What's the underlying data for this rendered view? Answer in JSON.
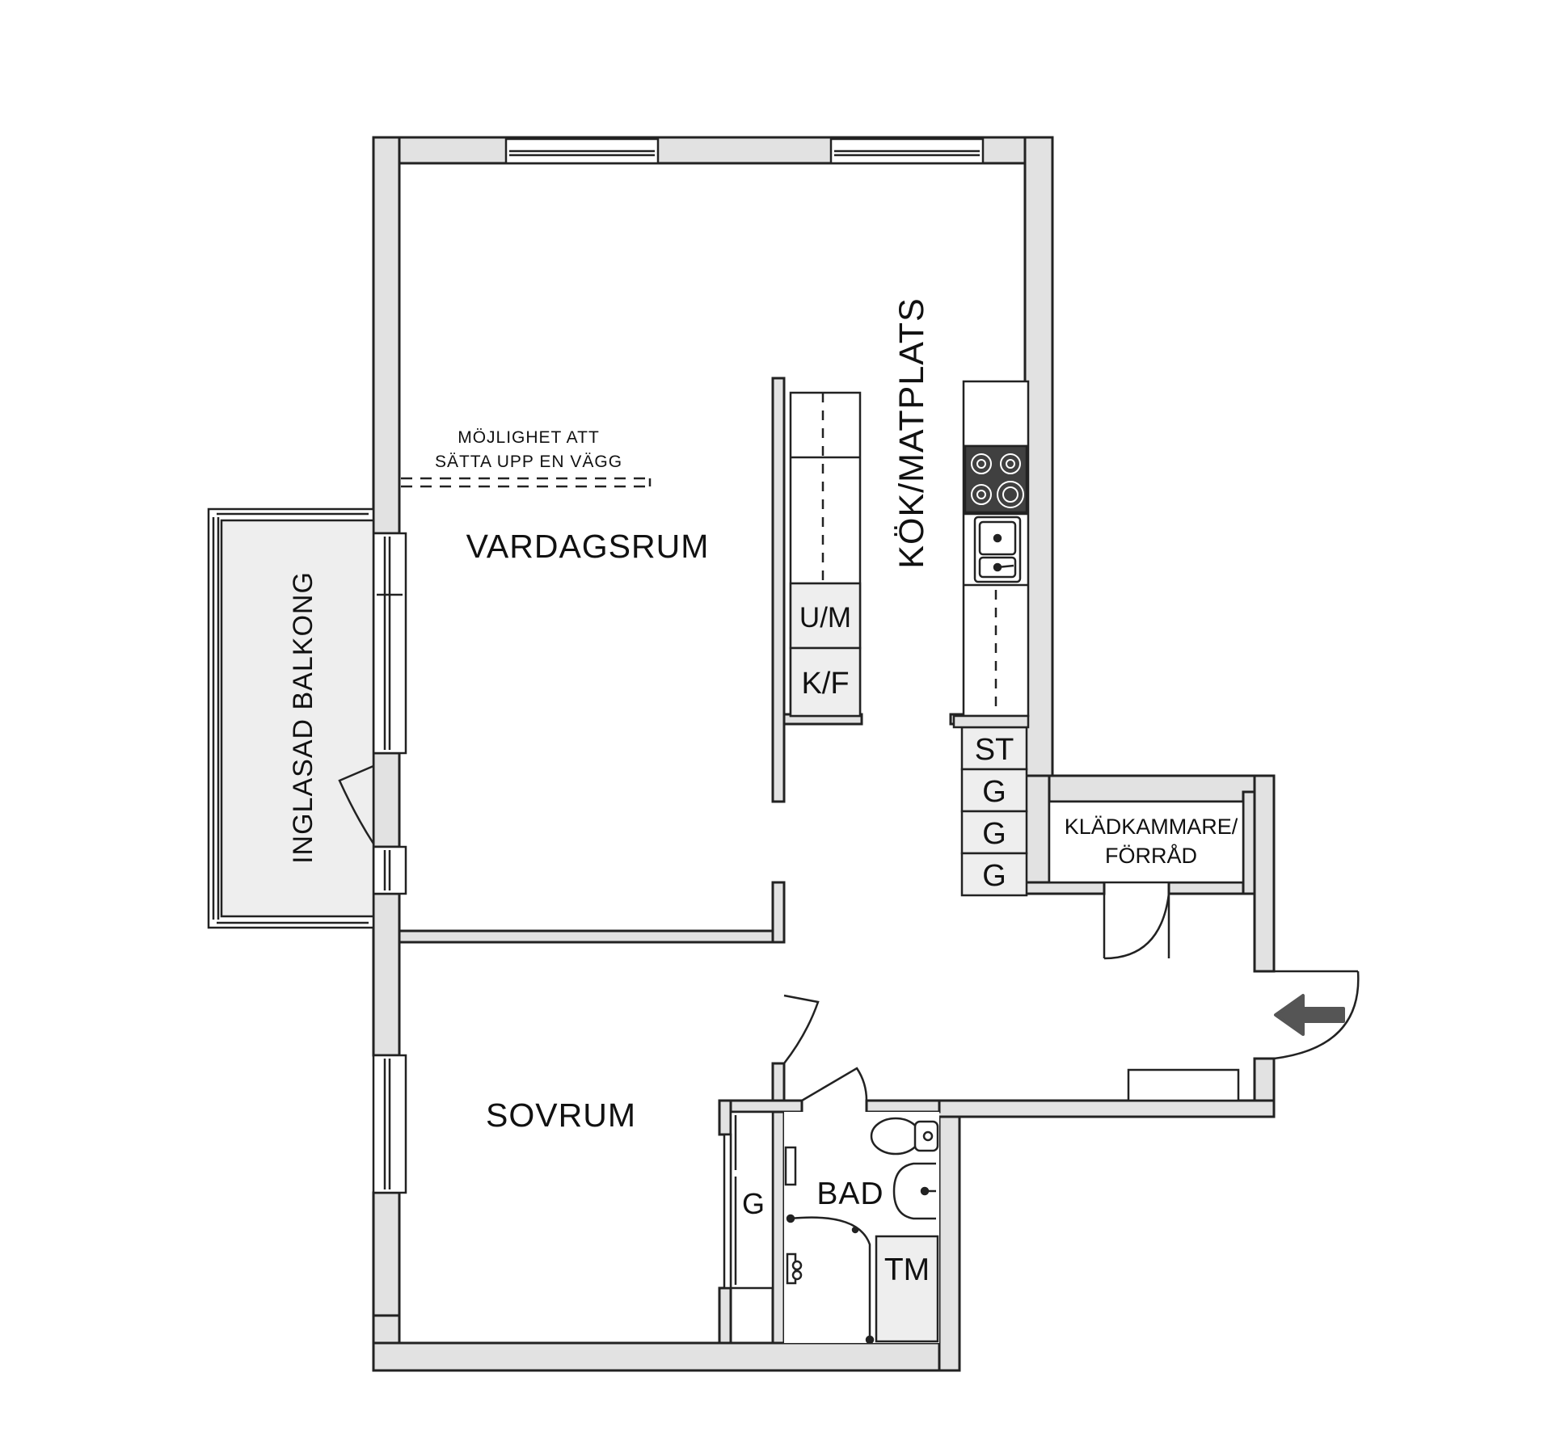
{
  "rooms": {
    "living": "VARDAGSRUM",
    "kitchen": "KÖK/MATPLATS",
    "bedroom": "SOVRUM",
    "bathroom": "BAD",
    "balcony": "INGLASAD BALKONG",
    "closet_line1": "KLÄDKAMMARE/",
    "closet_line2": "FÖRRÅD"
  },
  "note": {
    "line1": "MÖJLIGHET ATT",
    "line2": "SÄTTA UPP EN VÄGG"
  },
  "fixtures": {
    "dishwasher_microwave": "U/M",
    "fridge_freezer": "K/F",
    "storage": "ST",
    "wardrobe": "G",
    "washing_machine": "TM"
  },
  "colors": {
    "wall_fill": "#e2e2e2",
    "line": "#222222",
    "stove": "#404040",
    "entry_arrow": "#555555"
  }
}
